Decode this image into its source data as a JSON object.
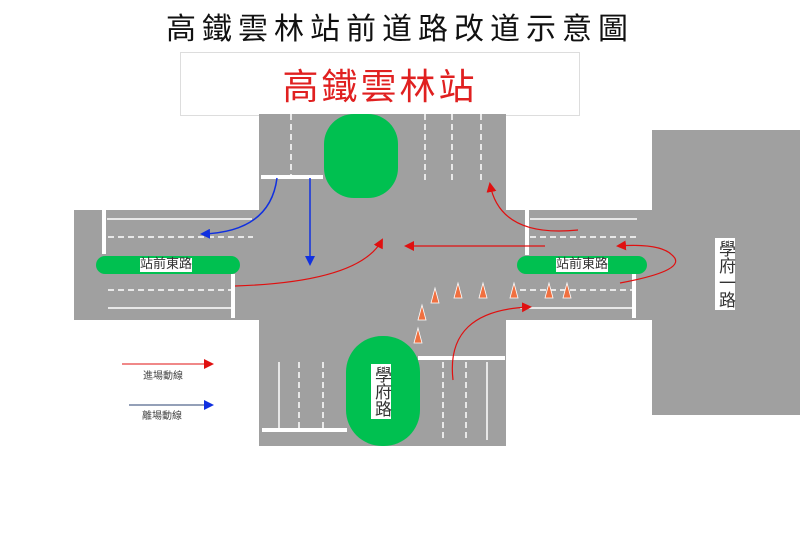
{
  "title": "高鐵雲林站前道路改道示意圖",
  "station": {
    "label": "高鐵雲林站"
  },
  "roads": {
    "west_road": "站前東路",
    "east_road": "站前東路",
    "south_road": "學府路",
    "east_block": "學府一路"
  },
  "legend": {
    "entry": {
      "label": "進場動線",
      "color": "#e01010"
    },
    "exit": {
      "label": "離場動線",
      "color": "#1030e0"
    }
  },
  "colors": {
    "road": "#a0a0a0",
    "island": "#00c050",
    "cone": "#f07040"
  },
  "cones_count": 8
}
